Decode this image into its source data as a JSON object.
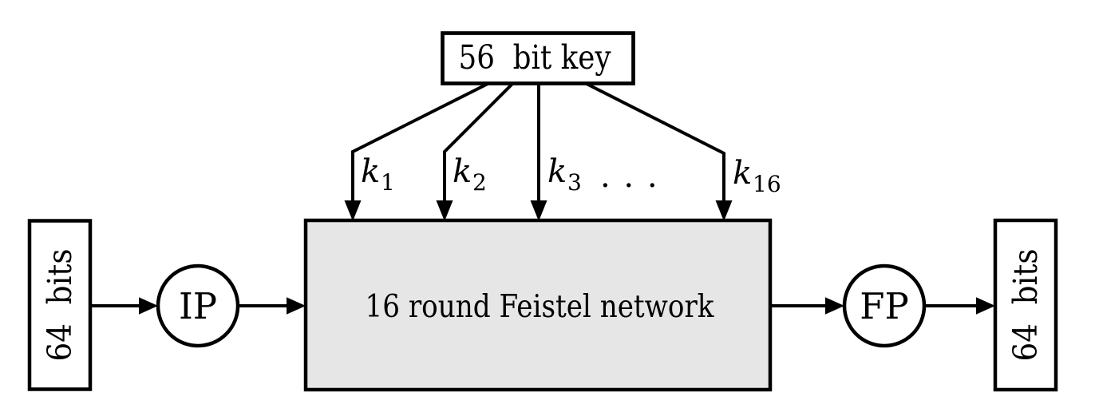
{
  "diagram": {
    "key_box": {
      "label": "56  bit key"
    },
    "round_keys": [
      {
        "base": "k",
        "sub": "1"
      },
      {
        "base": "k",
        "sub": "2"
      },
      {
        "base": "k",
        "sub": "3"
      },
      {
        "base": "k",
        "sub": "16"
      }
    ],
    "ellipsis": ". . .",
    "feistel_box": {
      "label": "16 round Feistel network"
    },
    "input_box": {
      "label": "64  bits"
    },
    "output_box": {
      "label": "64  bits"
    },
    "ip_node": {
      "label": "IP"
    },
    "fp_node": {
      "label": "FP"
    },
    "colors": {
      "stroke": "#000000",
      "feistel_fill": "#e6e6e6",
      "box_fill": "#ffffff"
    }
  }
}
